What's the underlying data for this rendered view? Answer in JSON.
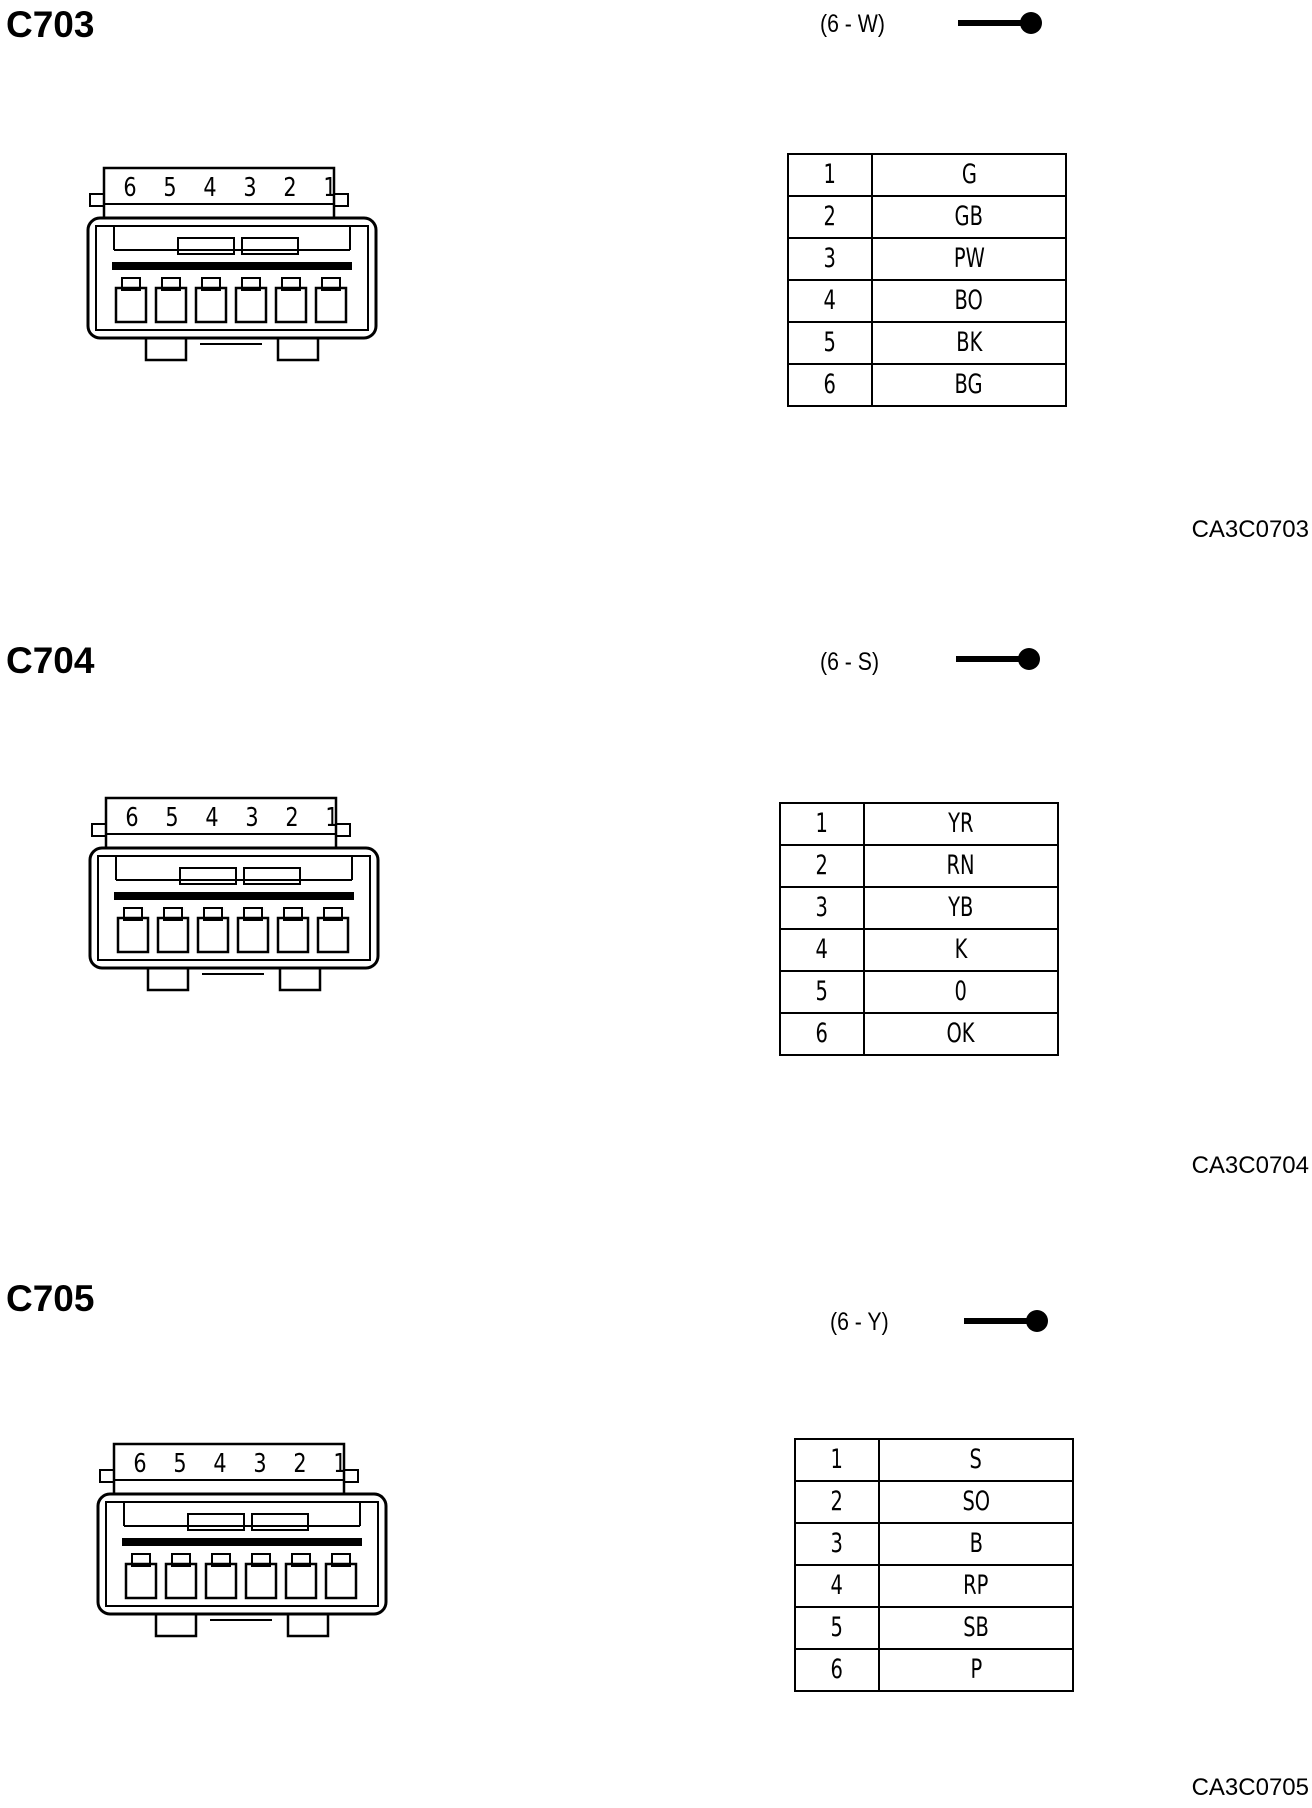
{
  "connectors": [
    {
      "id": "C703",
      "code": "(6 - W)",
      "ref": "CA3C0703",
      "pin_labels": [
        "6",
        "5",
        "4",
        "3",
        "2",
        "1"
      ],
      "pins": [
        {
          "pin": "1",
          "color": "G"
        },
        {
          "pin": "2",
          "color": "GB"
        },
        {
          "pin": "3",
          "color": "PW"
        },
        {
          "pin": "4",
          "color": "BO"
        },
        {
          "pin": "5",
          "color": "BK"
        },
        {
          "pin": "6",
          "color": "BG"
        }
      ]
    },
    {
      "id": "C704",
      "code": "(6 - S)",
      "ref": "CA3C0704",
      "pin_labels": [
        "6",
        "5",
        "4",
        "3",
        "2",
        "1"
      ],
      "pins": [
        {
          "pin": "1",
          "color": "YR"
        },
        {
          "pin": "2",
          "color": "RN"
        },
        {
          "pin": "3",
          "color": "YB"
        },
        {
          "pin": "4",
          "color": "K"
        },
        {
          "pin": "5",
          "color": "0"
        },
        {
          "pin": "6",
          "color": "OK"
        }
      ]
    },
    {
      "id": "C705",
      "code": "(6 - Y)",
      "ref": "CA3C0705",
      "pin_labels": [
        "6",
        "5",
        "4",
        "3",
        "2",
        "1"
      ],
      "pins": [
        {
          "pin": "1",
          "color": "S"
        },
        {
          "pin": "2",
          "color": "SO"
        },
        {
          "pin": "3",
          "color": "B"
        },
        {
          "pin": "4",
          "color": "RP"
        },
        {
          "pin": "5",
          "color": "SB"
        },
        {
          "pin": "6",
          "color": "P"
        }
      ]
    }
  ]
}
